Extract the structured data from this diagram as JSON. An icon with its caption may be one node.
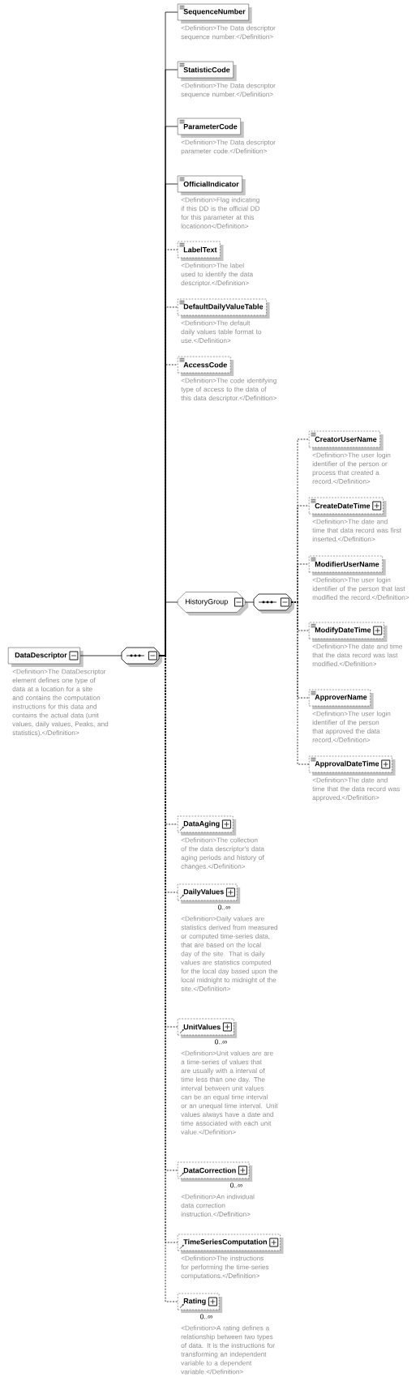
{
  "diagram": {
    "nodes": [
      {
        "text": [
          "DataDescriptor"
        ],
        "beside": [
          "<Definition>The DataDescriptor element defines one type of data at a location for a site and contains the computation instructions for this data and contains the actual data (unit values, daily values, Peaks, and statistics).</Definition>"
        ]
      },
      {
        "text": [],
        "shape": "octagon"
      },
      {
        "text": [
          "SequenceNumber"
        ],
        "beside": [
          "<Definition>The Data descriptor sequence number.</Definition>"
        ]
      },
      {
        "text": [
          "StatisticCode"
        ],
        "beside": [
          "<Definition>The Data descriptor sequence number.</Definition>"
        ]
      },
      {
        "text": [
          "ParameterCode"
        ],
        "beside": [
          "<Definition>The Data descriptor parameter code.</Definition>"
        ]
      },
      {
        "text": [
          "OfficialIndicator"
        ],
        "beside": [
          "<Definition>Flag indicating if this DD is the official DD for this parameter at this locationon</Definition>"
        ]
      },
      {
        "text": [
          "LabelText"
        ],
        "beside": [
          "<Definition>The label used to identify the data descriptor.</Definition>"
        ]
      },
      {
        "text": [
          "DefaultDailyValueTable"
        ],
        "beside": [
          "<Definition>The default daily values table format to use.</Definition>"
        ]
      },
      {
        "text": [
          "AccessCode"
        ],
        "beside": [
          "<Definition>The code identifying type of access to the data of this data descriptor.</Definition>"
        ]
      },
      {
        "text": [
          "HistoryGroup"
        ]
      },
      {
        "text": [],
        "shape": "octagon"
      },
      {
        "text": [
          "CreatorUserName"
        ],
        "beside": [
          "<Definition>The user login identifier of the person or process that created a record.</Definition>"
        ]
      },
      {
        "text": [
          "CreateDateTime"
        ],
        "beside": [
          "<Definition>The date and time that data record was first inserted.</Definition>"
        ]
      },
      {
        "text": [
          "ModifierUserName"
        ],
        "beside": [
          "<Definition>The user login identifier of the person that last modified the record.</Definition>"
        ]
      },
      {
        "text": [
          "ModifyDateTime"
        ],
        "beside": [
          "<Definition>The date and time that the data record was last modified.</Definition>"
        ]
      },
      {
        "text": [
          "ApproverName"
        ],
        "beside": [
          "<Definition>The user login identifier of the person that approved the data record.</Definition>"
        ]
      },
      {
        "text": [
          "ApprovalDateTime"
        ],
        "beside": [
          "<Definition>The date and time that the data record was approved.</Definition>"
        ]
      },
      {
        "text": [
          "DataAging"
        ],
        "beside": [
          "<Definition>The collection of the data descriptor's data aging periods and history of changes.</Definition>"
        ]
      },
      {
        "text": [
          "DailyValues"
        ],
        "beside": [
          "0..∞",
          "<Definition>Daily values are statistics derived from measured or computed time-series data, that are based on the local day of the site. That is daily values are statistics computed for the local day based upon the local midnight to midnight of the site.</Definition>"
        ]
      },
      {
        "text": [
          "UnitValues"
        ],
        "beside": [
          "0..∞",
          "<Definition>Unit values are are a time-series of values that are usually with a interval of time less than one day. The interval between unit values can be an equal time interval or an unequal time interval.  Unit values always have a date and time associated with each unit value.</Definition>"
        ]
      },
      {
        "text": [
          "DataCorrection"
        ],
        "beside": [
          "0..∞",
          "<Definition>An individual data correction instruction.</Definition>"
        ]
      },
      {
        "text": [
          "TimeSeriesComputation"
        ],
        "beside": [
          "<Definition>The instructions for performing the time-series computations.</Definition>"
        ]
      },
      {
        "text": [
          "Rating"
        ],
        "beside": [
          "0..∞",
          "<Definition>A rating defines a relationship between two types of data. It is the instructions for transforming an independent variable to a dependent variable.</Definition>"
        ]
      }
    ],
    "edges": [
      {
        "from": 0,
        "to": 1,
        "arrow": "none"
      },
      {
        "from": 1,
        "to": 2,
        "arrow": "none"
      },
      {
        "from": 1,
        "to": 3,
        "arrow": "none"
      },
      {
        "from": 1,
        "to": 4,
        "arrow": "none"
      },
      {
        "from": 1,
        "to": 5,
        "arrow": "none"
      },
      {
        "from": 1,
        "to": 6,
        "arrow": "none",
        "style": "dashed"
      },
      {
        "from": 1,
        "to": 7,
        "arrow": "none",
        "style": "dashed"
      },
      {
        "from": 1,
        "to": 8,
        "arrow": "none",
        "style": "dashed"
      },
      {
        "from": 1,
        "to": 9,
        "arrow": "none"
      },
      {
        "from": 9,
        "to": 10,
        "arrow": "none"
      },
      {
        "from": 10,
        "to": 11,
        "arrow": "none",
        "style": "dashed"
      },
      {
        "from": 10,
        "to": 12,
        "arrow": "none",
        "style": "dashed"
      },
      {
        "from": 10,
        "to": 13,
        "arrow": "none",
        "style": "dashed"
      },
      {
        "from": 10,
        "to": 14,
        "arrow": "none",
        "style": "dashed"
      },
      {
        "from": 10,
        "to": 15,
        "arrow": "none",
        "style": "dashed"
      },
      {
        "from": 10,
        "to": 16,
        "arrow": "none",
        "style": "dashed"
      },
      {
        "from": 1,
        "to": 17,
        "arrow": "none",
        "style": "dashed"
      },
      {
        "from": 1,
        "to": 18,
        "arrow": "none",
        "style": "dashed"
      },
      {
        "from": 1,
        "to": 19,
        "arrow": "none",
        "style": "dashed"
      },
      {
        "from": 1,
        "to": 20,
        "arrow": "none",
        "style": "dashed"
      },
      {
        "from": 1,
        "to": 21,
        "arrow": "none",
        "style": "dashed"
      },
      {
        "from": 1,
        "to": 22,
        "arrow": "none",
        "style": "dashed"
      }
    ]
  }
}
